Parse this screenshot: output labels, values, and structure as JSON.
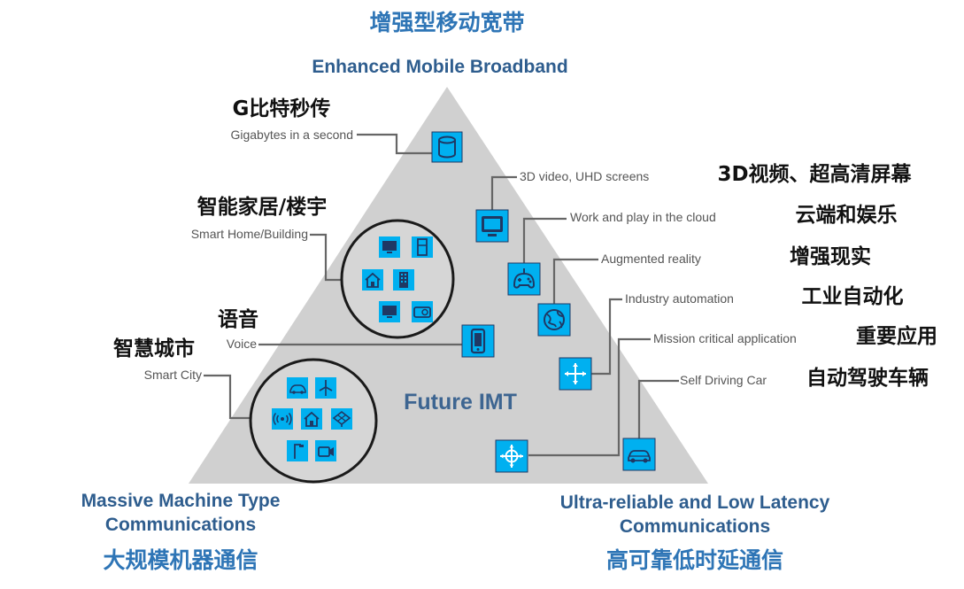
{
  "corners": {
    "top": {
      "cn": "增强型移动宽带",
      "en": "Enhanced Mobile Broadband"
    },
    "bottom_left": {
      "en_line1": "Massive Machine Type",
      "en_line2": "Communications",
      "cn": "大规模机器通信"
    },
    "bottom_right": {
      "en_line1": "Ultra-reliable  and Low Latency",
      "en_line2": "Communications",
      "cn": "高可靠低时延通信"
    }
  },
  "center_label": "Future IMT",
  "features": {
    "gigabytes": {
      "cn": "G比特秒传",
      "en": "Gigabytes in a second",
      "icon": "database-icon"
    },
    "video_3d": {
      "cn": "3D视频、超高清屏幕",
      "en": "3D video, UHD screens",
      "icon": "monitor-icon"
    },
    "cloud": {
      "cn": "云端和娱乐",
      "en": "Work and play in the cloud",
      "icon": "gamepad-icon"
    },
    "ar": {
      "cn": "增强现实",
      "en": "Augmented reality",
      "icon": "globe-icon"
    },
    "smart_home": {
      "cn": "智能家居/楼宇",
      "en": "Smart Home/Building",
      "icon": "home-devices-icon"
    },
    "voice": {
      "cn": "语音",
      "en": "Voice",
      "icon": "phone-icon"
    },
    "smart_city": {
      "cn": "智慧城市",
      "en": "Smart City",
      "icon": "city-devices-icon"
    },
    "industry": {
      "cn": "工业自动化",
      "en": "Industry automation",
      "icon": "arrows-icon"
    },
    "mission": {
      "cn": "重要应用",
      "en": "Mission critical  application",
      "icon": "crosshair-icon"
    },
    "car": {
      "cn": "自动驾驶车辆",
      "en": "Self Driving Car",
      "icon": "car-icon"
    }
  },
  "colors": {
    "triangle": "#d0d0d0",
    "icon_fill": "#00b0f0",
    "icon_glyph": "#1f3864",
    "title_blue": "#2e75b6",
    "label_blue": "#2e5d8e"
  }
}
